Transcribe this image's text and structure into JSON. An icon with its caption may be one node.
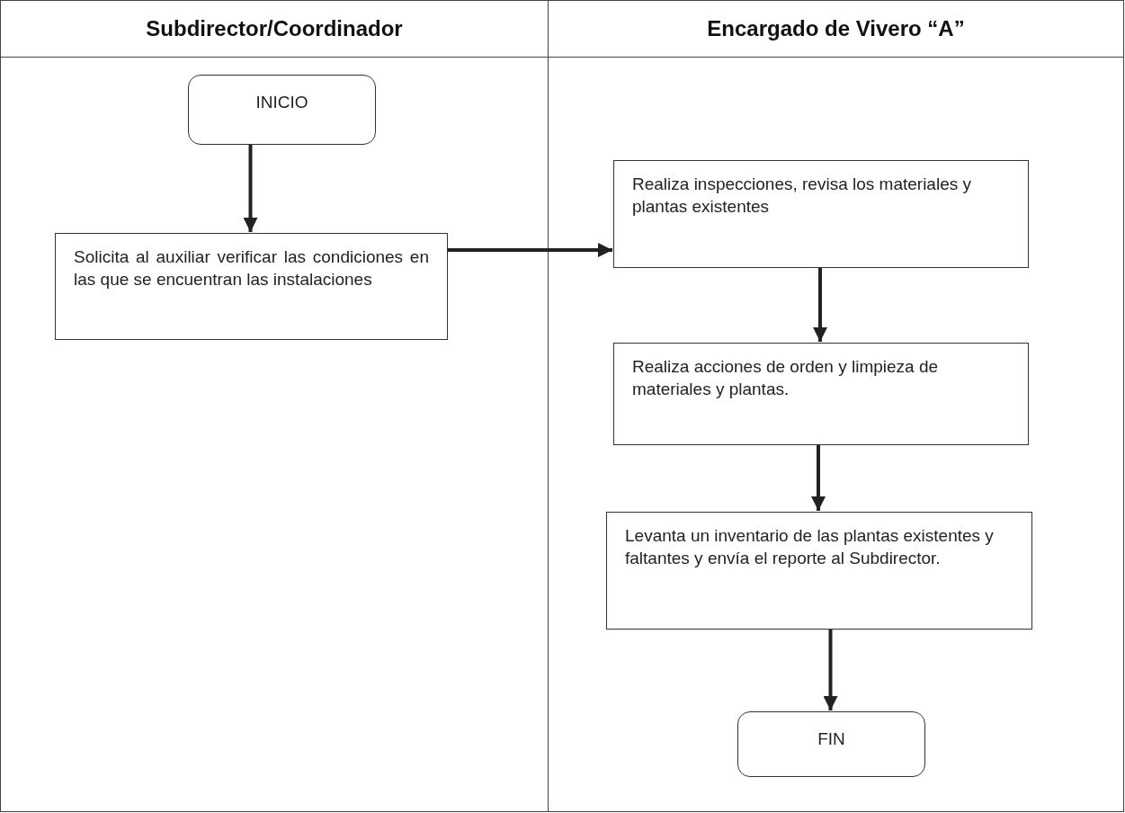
{
  "diagram": {
    "nodes": [
      {
        "text": [
          "Subdirector/Coordinador"
        ]
      },
      {
        "text": [
          "Encargado de Vivero “A”"
        ]
      },
      {
        "text": [
          "INICIO"
        ],
        "in": 0
      },
      {
        "text": [
          "Solicita al auxiliar verificar las condiciones en las que se encuentran las instalaciones"
        ],
        "in": 0
      },
      {
        "text": [
          "Realiza inspecciones, revisa los materiales y plantas existentes"
        ],
        "in": 1
      },
      {
        "text": [
          "Realiza acciones de orden y limpieza de materiales y plantas."
        ],
        "in": 1
      },
      {
        "text": [
          "Levanta un inventario  de las plantas existentes y faltantes y envía el reporte al Subdirector."
        ],
        "in": 1
      },
      {
        "text": [
          "FIN"
        ],
        "in": 1
      }
    ],
    "edges": [
      {
        "from": 2,
        "to": 3,
        "arrow": "to"
      },
      {
        "from": 3,
        "to": 4,
        "arrow": "to"
      },
      {
        "from": 4,
        "to": 5,
        "arrow": "to"
      },
      {
        "from": 5,
        "to": 6,
        "arrow": "to"
      },
      {
        "from": 6,
        "to": 7,
        "arrow": "to"
      }
    ]
  }
}
